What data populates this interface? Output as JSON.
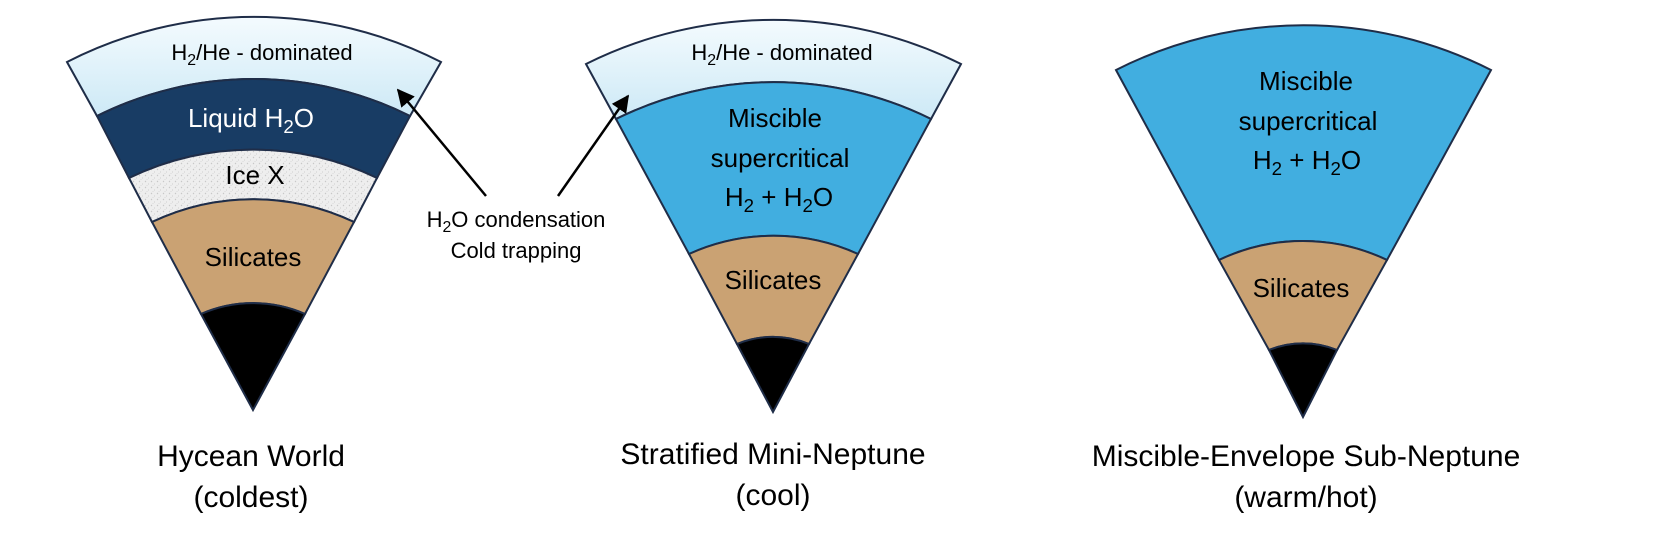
{
  "colors": {
    "h2he_top": "#f4fbfe",
    "h2he_bottom": "#cde9f6",
    "liquid_water": "#183c64",
    "ice_x": "#eeeeee",
    "silicates": "#caa273",
    "core": "#000000",
    "miscible": "#41aee0",
    "outline": "#1f2d48"
  },
  "layer_labels": {
    "h2he": {
      "a": "H",
      "sub1": "2",
      "b": "/He - dominated"
    },
    "liquid": {
      "a": "Liquid H",
      "sub1": "2",
      "b": "O"
    },
    "ice_x": "Ice X",
    "silicates": "Silicates",
    "miscible_line1": "Miscible",
    "miscible_line2": "supercritical",
    "miscible_line3": {
      "a": "H",
      "sub1": "2",
      "b": " + H",
      "sub2": "2",
      "c": "O"
    }
  },
  "annotation": {
    "line1": {
      "a": "H",
      "sub1": "2",
      "b": "O condensation"
    },
    "line2": "Cold trapping"
  },
  "planets": {
    "hycean": {
      "name": "Hycean World",
      "condition": "(coldest)"
    },
    "stratified": {
      "name": "Stratified Mini-Neptune",
      "condition": "(cool)"
    },
    "miscible": {
      "name": "Miscible-Envelope Sub-Neptune",
      "condition": "(warm/hot)"
    }
  }
}
